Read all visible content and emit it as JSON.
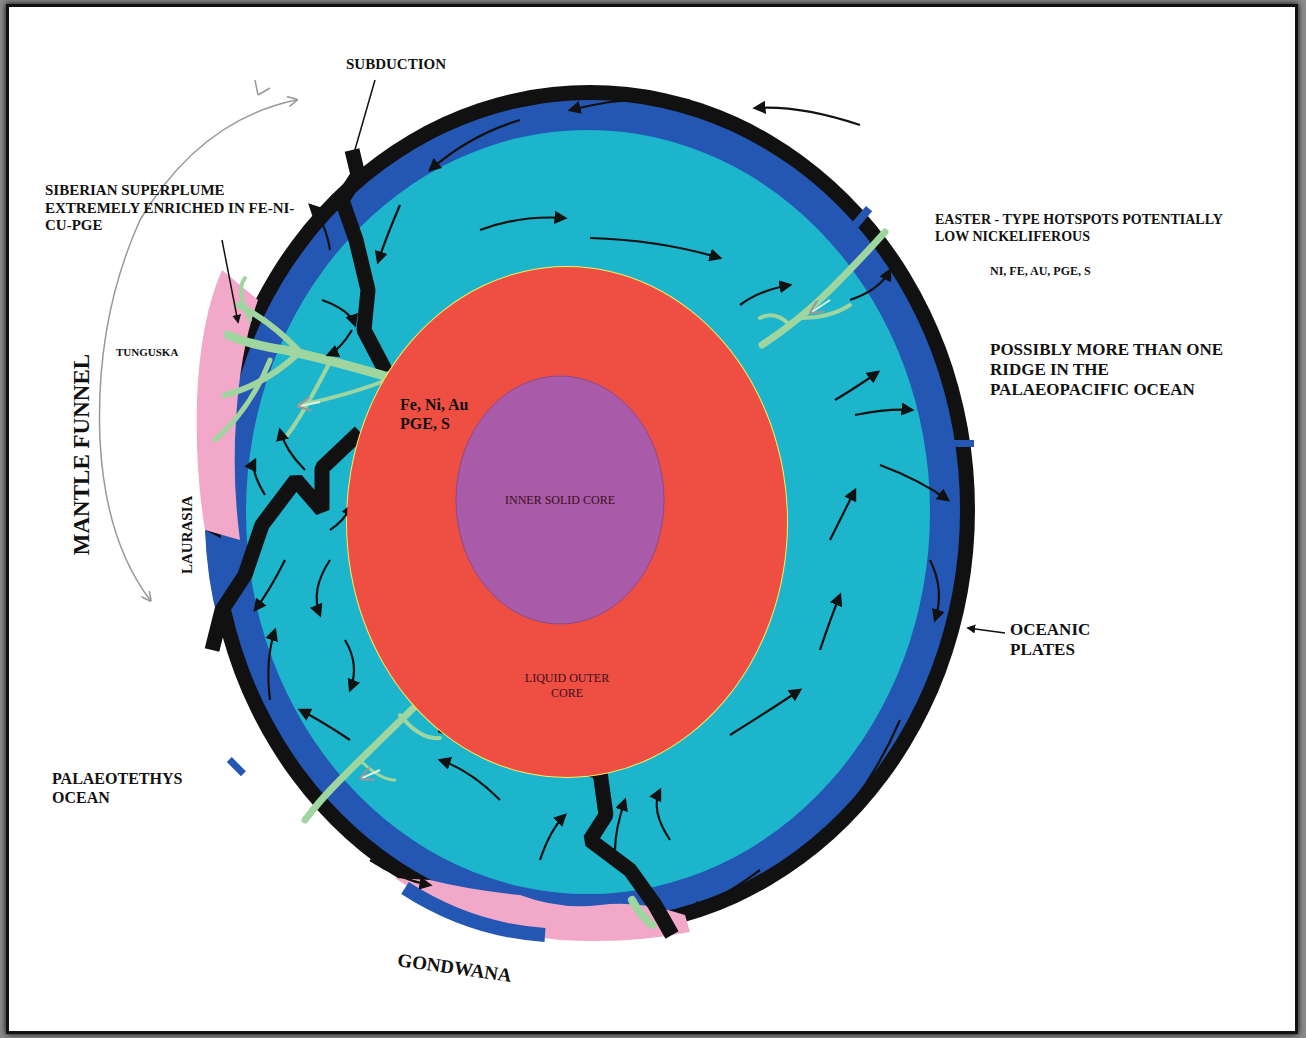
{
  "diagram": {
    "nodes": [
      {
        "text": [
          "LIQUID OUTER CORE"
        ]
      },
      {
        "text": [
          "INNER SOLID CORE"
        ],
        "in": 0
      }
    ],
    "labels": [
      "SUBDUCTION",
      "SIBERIAN SUPERPLUME EXTREMELY ENRICHED IN FE-NI-CU-PGE",
      "TUNGUSKA",
      "MANTLE FUNNEL",
      "LAURASIA",
      "Fe, Ni, Au PGE, S",
      "EASTER - TYPE HOTSPOTS POTENTIALLY LOW NICKELIFEROUS",
      "NI, FE, AU, PGE, S",
      "POSSIBLY MORE THAN ONE RIDGE IN THE PALAEOPACIFIC OCEAN",
      "OCEANIC PLATES",
      "PALAEOTETHYS OCEAN",
      "GONDWANA"
    ]
  }
}
